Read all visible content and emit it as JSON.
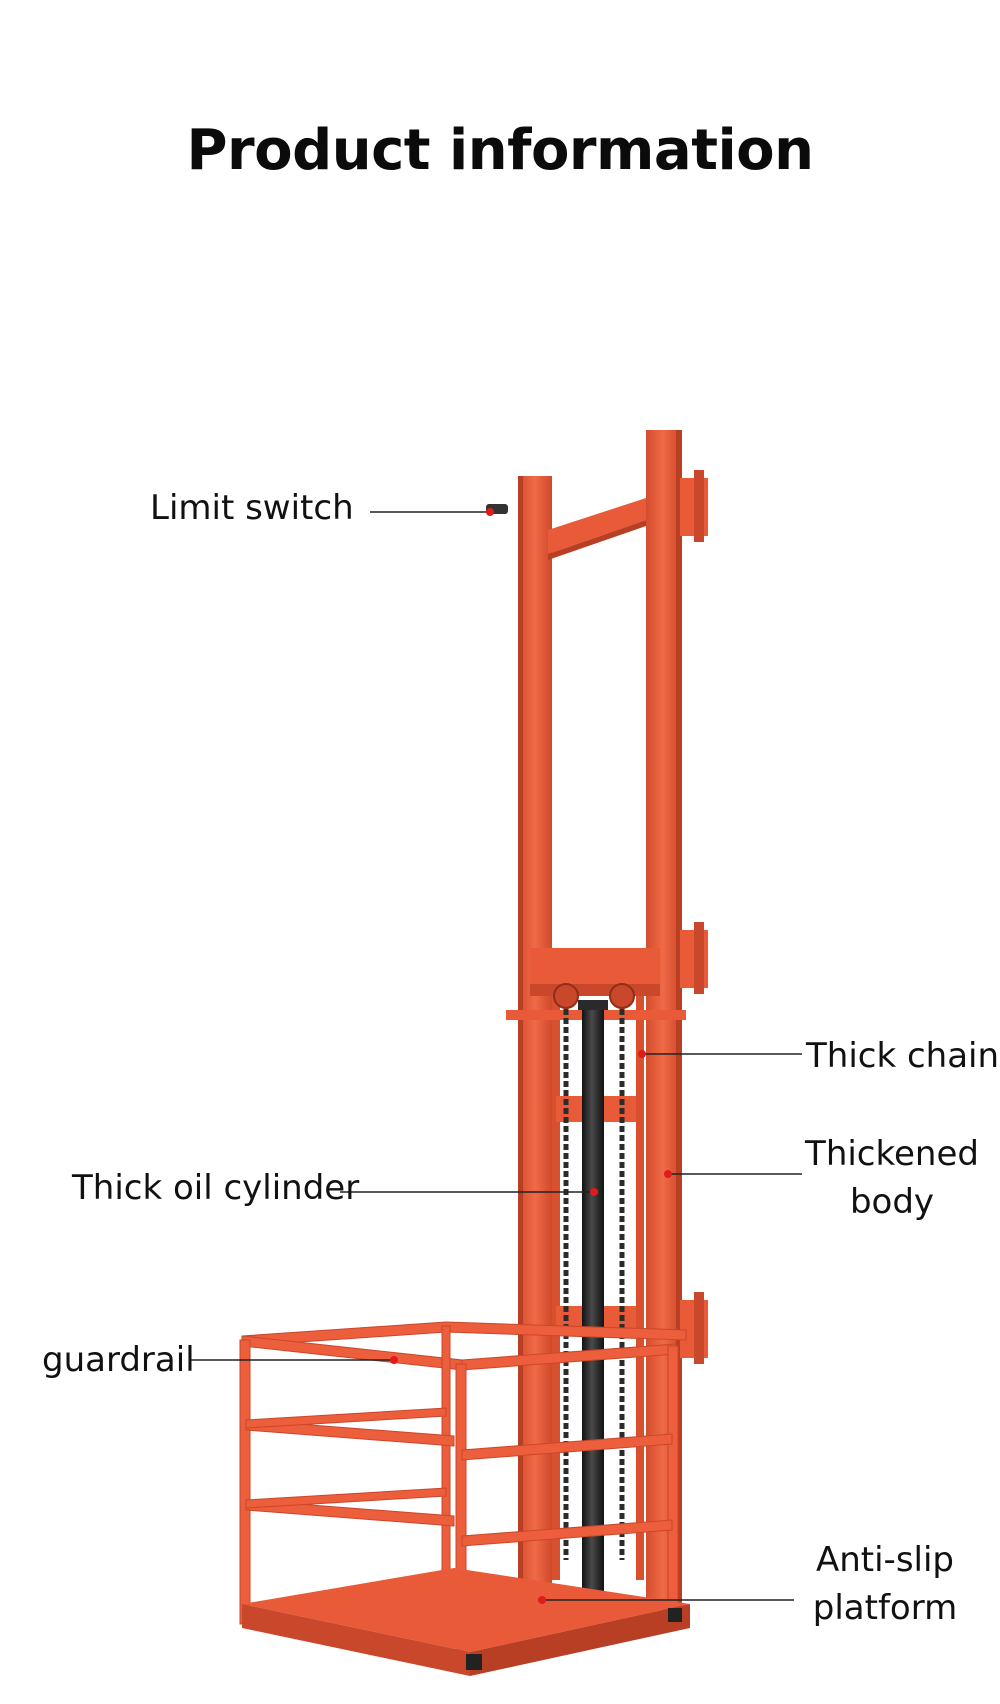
{
  "title": "Product information",
  "labels": {
    "limit_switch": "Limit switch",
    "thick_chain": "Thick chain",
    "thickened_body_line1": "Thickened",
    "thickened_body_line2": "body",
    "thick_oil_cylinder": "Thick oil cylinder",
    "guardrail": "guardrail",
    "anti_slip_line1": "Anti-slip",
    "anti_slip_line2": "platform"
  },
  "colors": {
    "frame": "#ec5e3c",
    "frame_dark": "#c9472a",
    "frame_light": "#f27a5a",
    "cylinder": "#232323",
    "marker": "#e01b1b",
    "leader": "#222222"
  }
}
